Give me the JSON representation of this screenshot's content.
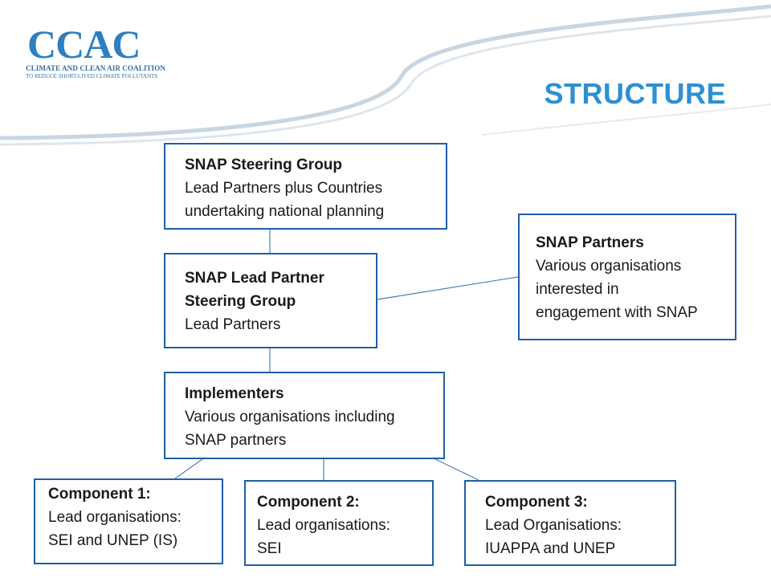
{
  "logo": {
    "name": "CCAC",
    "line1": "CLIMATE AND CLEAN AIR COALITION",
    "line2": "TO REDUCE SHORT-LIVED CLIMATE POLLUTANTS"
  },
  "title": "STRUCTURE",
  "colors": {
    "title": "#2e8fd1",
    "box_border": "#1f5ea8",
    "connector": "#4a80b8",
    "swoosh": "#c8d6e2"
  },
  "boxes": {
    "steering": {
      "heading": "SNAP Steering Group",
      "lines": [
        "Lead Partners plus Countries",
        "undertaking national planning"
      ]
    },
    "lead": {
      "heading_lines": [
        "SNAP Lead Partner",
        "Steering Group"
      ],
      "lines": [
        "Lead Partners"
      ]
    },
    "partners": {
      "heading": "SNAP Partners",
      "lines": [
        "Various organisations",
        "interested in",
        "engagement with SNAP"
      ]
    },
    "implementers": {
      "heading": "Implementers",
      "lines": [
        "Various organisations including",
        "SNAP partners"
      ]
    },
    "component1": {
      "heading": "Component 1:",
      "lines": [
        "Lead organisations:",
        "SEI and UNEP (IS)"
      ]
    },
    "component2": {
      "heading": "Component 2:",
      "lines": [
        "Lead organisations:",
        "SEI"
      ]
    },
    "component3": {
      "heading": "Component 3:",
      "lines": [
        "Lead Organisations:",
        "IUAPPA and UNEP"
      ]
    }
  }
}
